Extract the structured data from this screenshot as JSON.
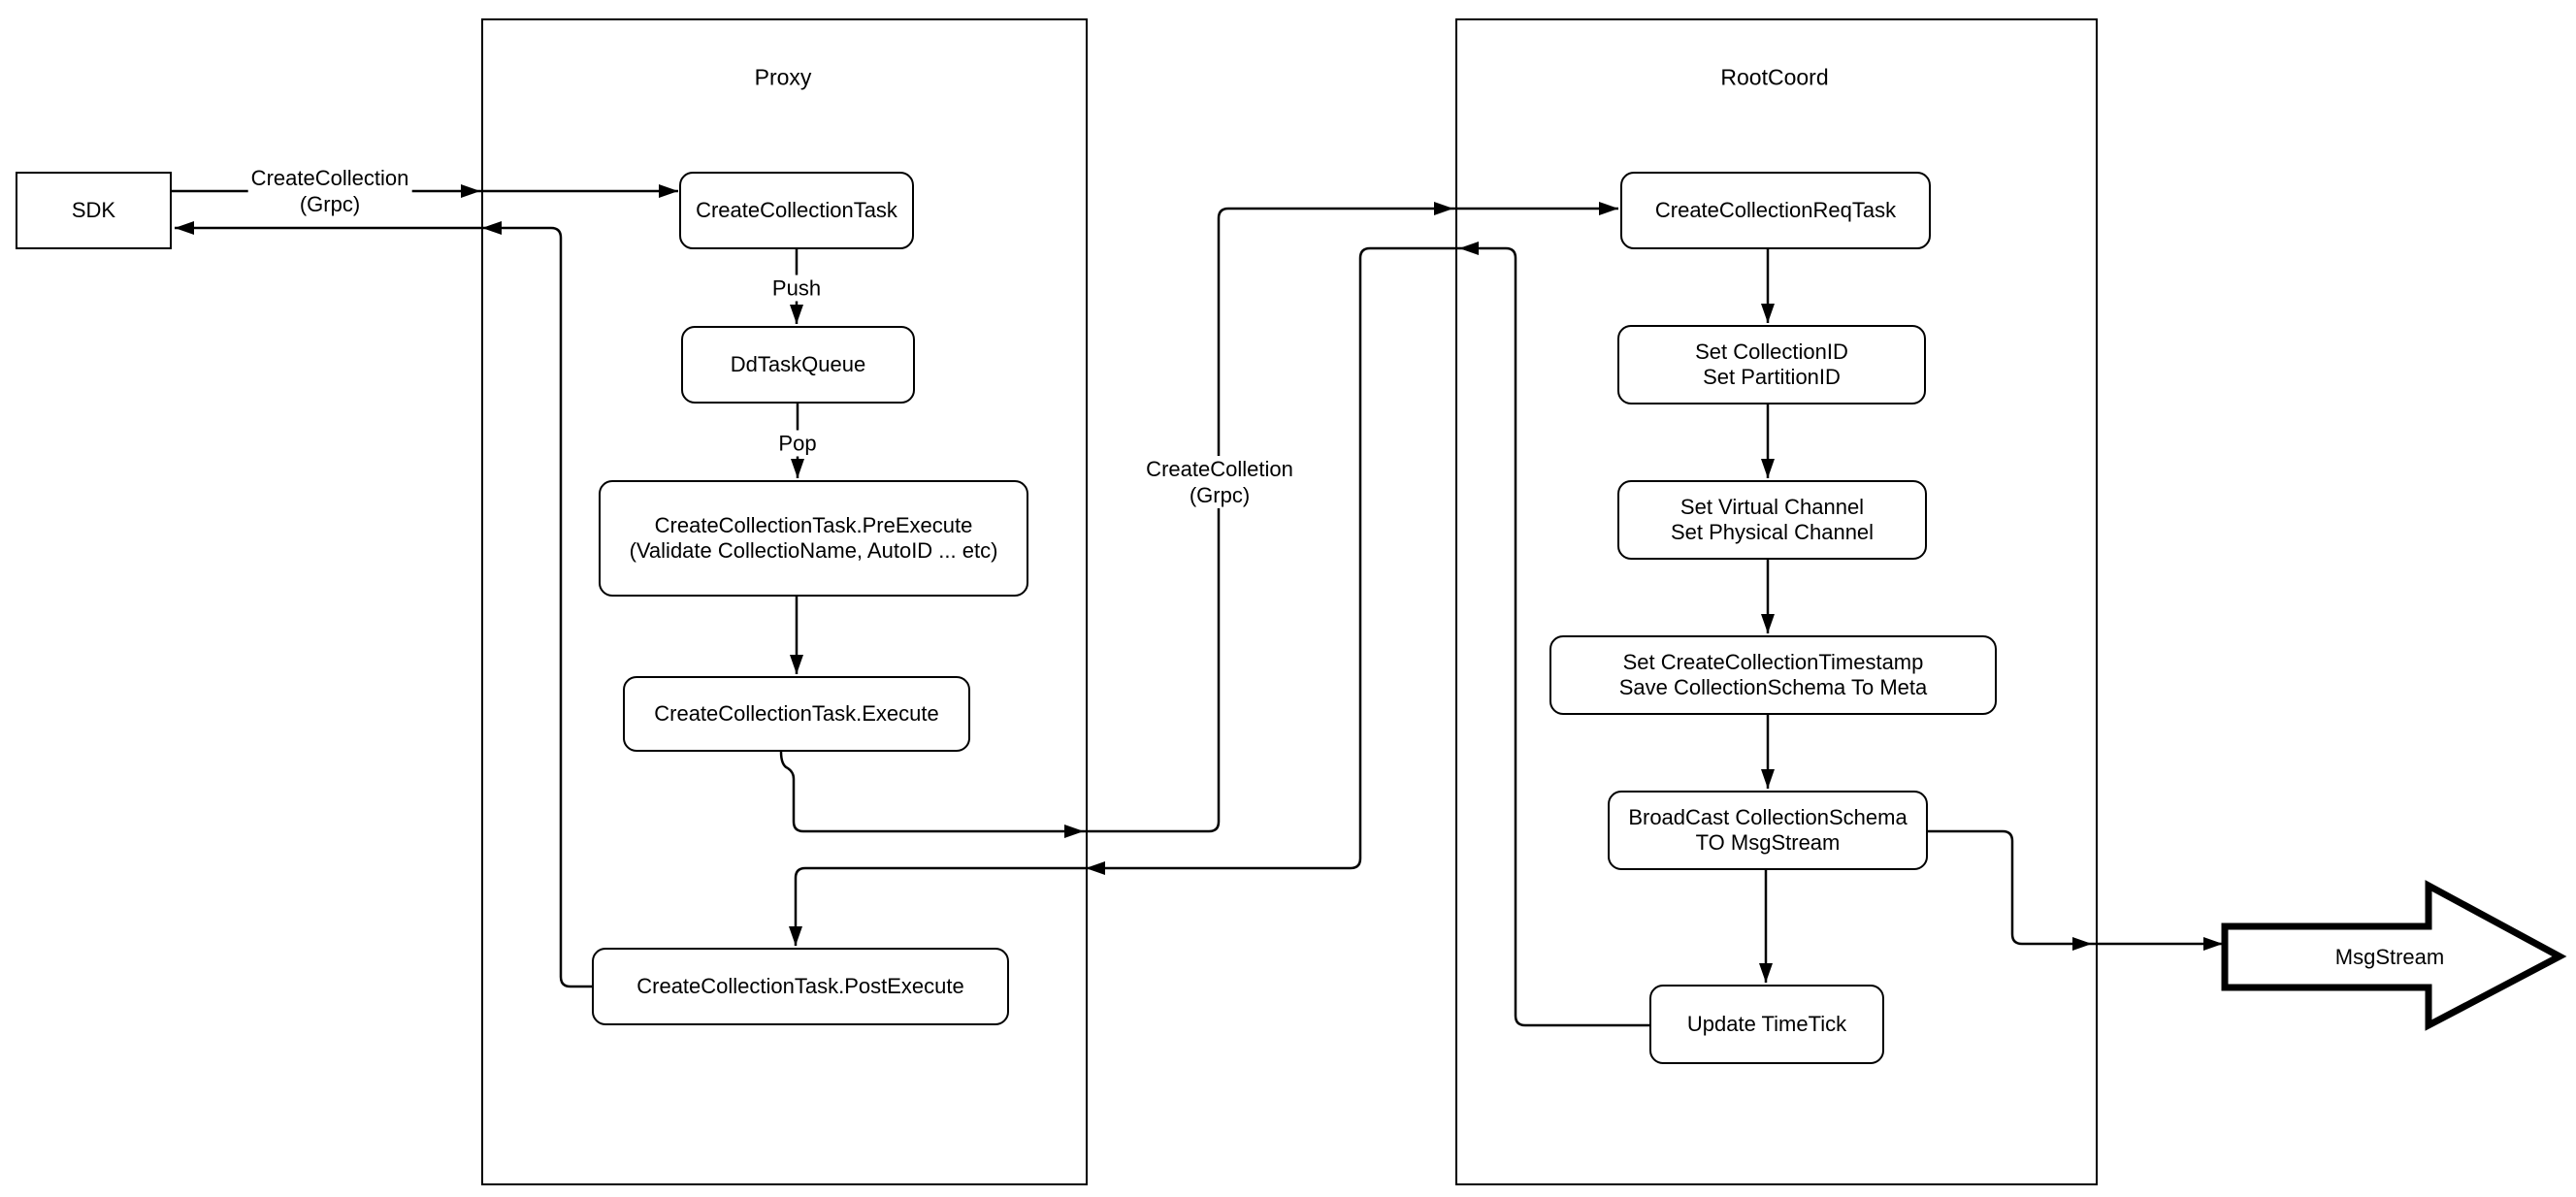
{
  "lanes": {
    "proxy": {
      "title": "Proxy"
    },
    "rootcoord": {
      "title": "RootCoord"
    }
  },
  "nodes": {
    "sdk": {
      "label": "SDK"
    },
    "create_collection_task": {
      "label": "CreateCollectionTask"
    },
    "dd_task_queue": {
      "label": "DdTaskQueue"
    },
    "pre_execute": {
      "line1": "CreateCollectionTask.PreExecute",
      "line2": "(Validate CollectioName, AutoID ... etc)"
    },
    "execute": {
      "label": "CreateCollectionTask.Execute"
    },
    "post_execute": {
      "label": "CreateCollectionTask.PostExecute"
    },
    "req_task": {
      "label": "CreateCollectionReqTask"
    },
    "set_ids": {
      "line1": "Set CollectionID",
      "line2": "Set PartitionID"
    },
    "set_channels": {
      "line1": "Set Virtual Channel",
      "line2": "Set Physical Channel"
    },
    "set_timestamp": {
      "line1": "Set CreateCollectionTimestamp",
      "line2": "Save CollectionSchema To Meta"
    },
    "broadcast": {
      "line1": "BroadCast CollectionSchema",
      "line2": "TO MsgStream"
    },
    "update_timetick": {
      "label": "Update TimeTick"
    },
    "msgstream": {
      "label": "MsgStream"
    }
  },
  "edge_labels": {
    "grpc_left": {
      "line1": "CreateCollection",
      "line2": "(Grpc)"
    },
    "grpc_middle": {
      "line1": "CreateColletion",
      "line2": "(Grpc)"
    },
    "push": "Push",
    "pop": "Pop"
  },
  "colors": {
    "stroke": "#000000",
    "background": "#ffffff"
  }
}
